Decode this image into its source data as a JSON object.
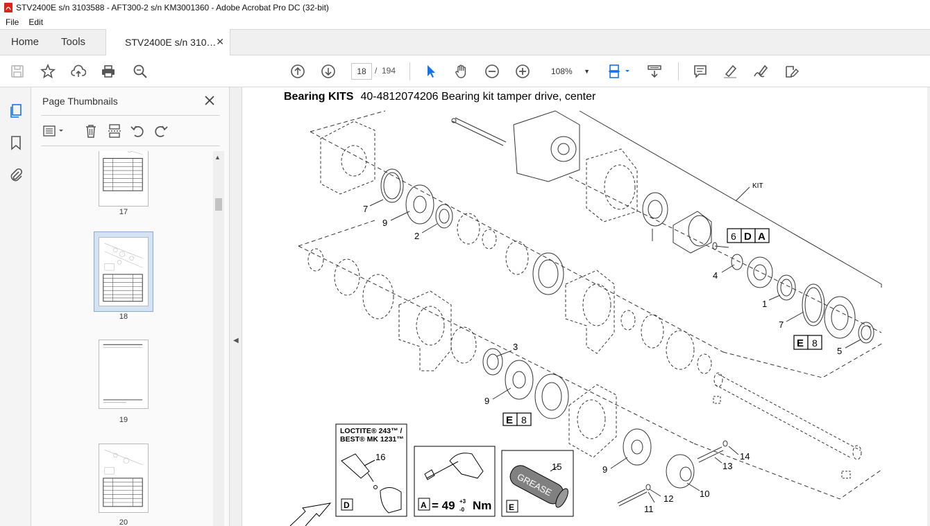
{
  "window": {
    "title": "STV2400E s/n 3103588 - AFT300-2 s/n KM3001360 - Adobe Acrobat Pro DC (32-bit)"
  },
  "menu": {
    "items": [
      "File",
      "Edit"
    ]
  },
  "tabs": {
    "home": "Home",
    "tools": "Tools",
    "document": "STV2400E s/n 310…"
  },
  "toolbar": {
    "current_page": "18",
    "page_separator": "/",
    "total_pages": "194",
    "zoom": "108%"
  },
  "panel": {
    "title": "Page Thumbnails",
    "thumbnails": [
      {
        "label": "17"
      },
      {
        "label": "18",
        "selected": true
      },
      {
        "label": "19"
      },
      {
        "label": "20"
      }
    ]
  },
  "document": {
    "heading_bold": "Bearing KITS",
    "heading_rest": "40-4812074206 Bearing kit tamper drive, center",
    "kit_label": "KIT",
    "callouts": [
      "7",
      "9",
      "2",
      "4",
      "1",
      "7",
      "5",
      "3",
      "9",
      "9",
      "11",
      "12",
      "10",
      "13",
      "14",
      "16",
      "15"
    ],
    "box_6DA": [
      "6",
      "D",
      "A"
    ],
    "box_E8_right": [
      "E",
      "8"
    ],
    "box_E8_center": [
      "E",
      "8"
    ],
    "loctite_line1": "LOCTITE® 243™ /",
    "loctite_line2": "BEST® MK 1231™",
    "loctite_letter": "D",
    "torque_letter": "A",
    "torque_value": "= 49",
    "torque_tol_plus": "+3",
    "torque_tol_minus": "-0",
    "torque_unit": "Nm",
    "grease_text": "GREASE",
    "grease_letter": "E"
  }
}
